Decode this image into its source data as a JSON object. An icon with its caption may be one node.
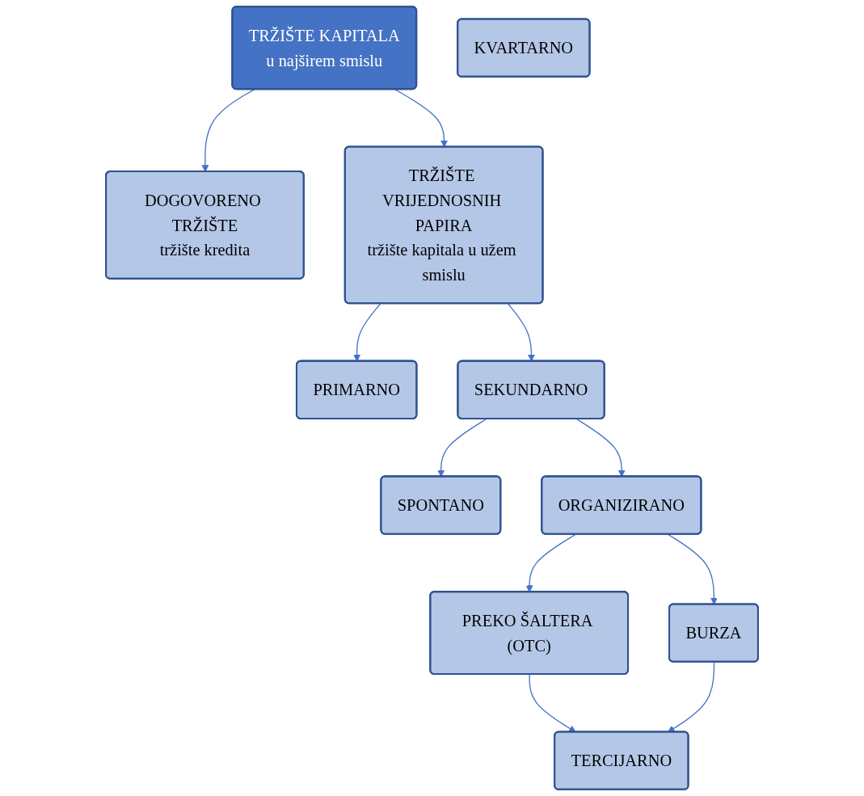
{
  "diagram": {
    "nodes": [
      {
        "text": [
          "TRŽIŠTE KAPITALA",
          "u najširem smislu"
        ]
      },
      {
        "text": [
          "DOGOVORENO TRŽIŠTE",
          "tržište kredita"
        ]
      },
      {
        "text": [
          "TRŽIŠTE VRIJEDNOSNIH PAPIRA",
          "tržište kapitala u užem smislu"
        ]
      },
      {
        "text": [
          "PRIMARNO"
        ]
      },
      {
        "text": [
          "SEKUNDARNO"
        ]
      },
      {
        "text": [
          "SPONTANO"
        ]
      },
      {
        "text": [
          "ORGANIZIRANO"
        ]
      },
      {
        "text": [
          "PREKO ŠALTERA (OTC)"
        ]
      },
      {
        "text": [
          "BURZA"
        ]
      },
      {
        "text": [
          "KVARTARNO"
        ]
      },
      {
        "text": [
          "TERCIJARNO"
        ]
      }
    ],
    "edges": [
      {
        "from": 0,
        "to": 1,
        "arrow": "to"
      },
      {
        "from": 0,
        "to": 2,
        "arrow": "to"
      },
      {
        "from": 2,
        "to": 3,
        "arrow": "to"
      },
      {
        "from": 2,
        "to": 4,
        "arrow": "to"
      },
      {
        "from": 4,
        "to": 5,
        "arrow": "to"
      },
      {
        "from": 4,
        "to": 6,
        "arrow": "to"
      },
      {
        "from": 6,
        "to": 7,
        "arrow": "to"
      },
      {
        "from": 6,
        "to": 8,
        "arrow": "to"
      },
      {
        "from": 7,
        "to": 10,
        "arrow": "to"
      },
      {
        "from": 8,
        "to": 10,
        "arrow": "to"
      }
    ]
  }
}
